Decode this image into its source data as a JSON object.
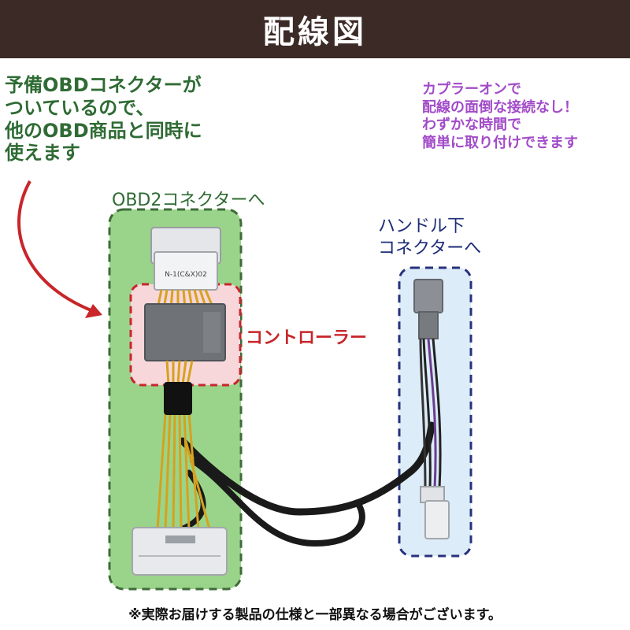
{
  "header": {
    "title": "配線図"
  },
  "notes": {
    "spare_obd": [
      "予備OBDコネクターが",
      "ついているので、",
      "他のOBD商品と同時に",
      "使えます"
    ],
    "coupler": [
      "カプラーオンで",
      "配線の面倒な接続なし！",
      "わずかな時間で",
      "簡単に取り付けできます"
    ]
  },
  "labels": {
    "obd2": "OBD2コネクターへ",
    "controller": "コントローラー",
    "handle": [
      "ハンドル下",
      "コネクターへ"
    ],
    "connector_text": "N-1(C&X)02"
  },
  "footer": {
    "disclaimer": "※実際お届けする製品の仕様と一部異なる場合がございます。"
  },
  "colors": {
    "header_bg": "#3b2a25",
    "green_text": "#2f6b34",
    "purple_text": "#a24bc8",
    "red_text": "#c8262a",
    "blue_text": "#1e2d78"
  }
}
